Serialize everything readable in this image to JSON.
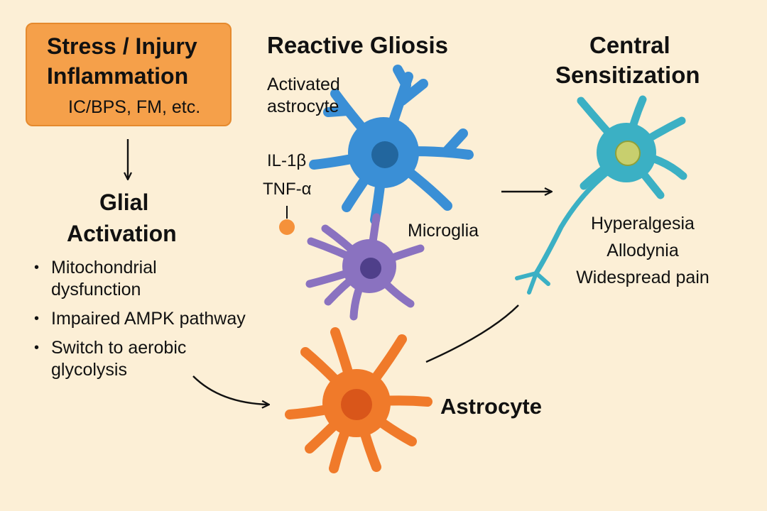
{
  "stress_box": {
    "line1": "Stress / Injury",
    "line2": "Inflammation",
    "line3": "IC/BPS, FM, etc."
  },
  "glial_activation": {
    "title_line1": "Glial",
    "title_line2": "Activation",
    "bullets": [
      "Mitochondrial\ndysfunction",
      "Impaired AMPK pathway",
      "Switch to aerobic\nglycolysis"
    ]
  },
  "reactive_gliosis": {
    "title": "Reactive Gliosis",
    "activated_astrocyte_label": "Activated\nastrocyte",
    "cytokine_1": "IL-1β",
    "cytokine_2": "TNF-α",
    "microglia_label": "Microglia"
  },
  "central_sensitization": {
    "title_line1": "Central",
    "title_line2": "Sensitization",
    "symptoms": [
      "Hyperalgesia",
      "Allodynia",
      "Widespread pain"
    ]
  },
  "astrocyte": {
    "label": "Astrocyte"
  },
  "colors": {
    "background": "#fcefd6",
    "stress_box": "#f5a04a",
    "activated_astrocyte": "#3a8fd6",
    "microglia": "#8a72c0",
    "neuron": "#3bb0c4",
    "astrocyte": "#f07a2a",
    "cytokine_dot": "#f5913a"
  }
}
